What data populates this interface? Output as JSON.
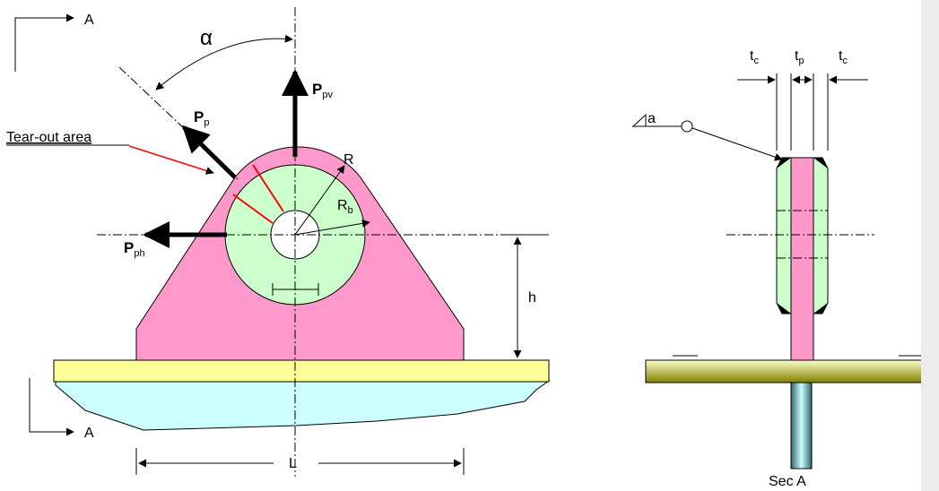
{
  "labels": {
    "section_top": "A",
    "section_bottom": "A",
    "alpha": "α",
    "p_vertical_main": "P",
    "p_vertical_sub": "pv",
    "p_main": "P",
    "p_sub": "p",
    "p_horizontal_main": "P",
    "p_horizontal_sub": "ph",
    "tear_out": "Tear-out area",
    "r_outer": "R",
    "r_boss_main": "R",
    "r_boss_sub": "b",
    "height": "h",
    "length": "L",
    "weld": "a",
    "tc_left_main": "t",
    "tc_left_sub": "c",
    "tp_main": "t",
    "tp_sub": "p",
    "tc_right_main": "t",
    "tc_right_sub": "c",
    "section_caption": "Sec A"
  },
  "colors": {
    "lug": "#ff99cc",
    "boss": "#ccffcc",
    "base_plate": "#ffff99",
    "ground": "#ccffff",
    "tear_out_line": "#ff0000",
    "plate_gradient_light": "#ffffcc",
    "plate_gradient_dark": "#808000",
    "stub_gradient_dark": "#336666",
    "stub_gradient_light": "#ccffff"
  }
}
